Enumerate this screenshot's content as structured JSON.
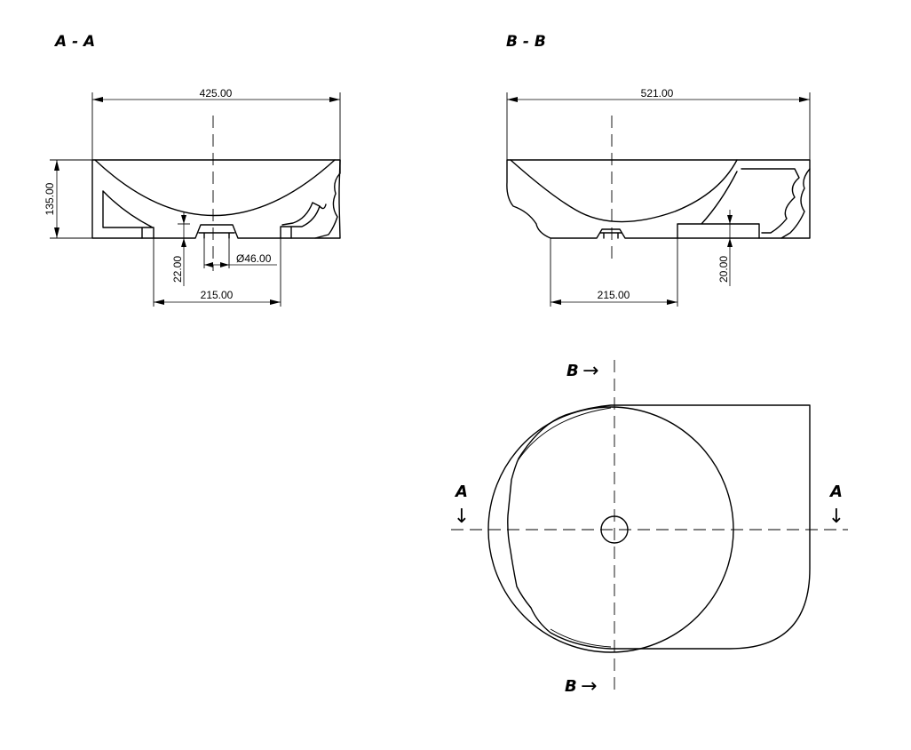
{
  "views": {
    "section_aa": {
      "title": "A - A",
      "dims": {
        "overall_width": "425.00",
        "height": "135.00",
        "bottom_thickness": "22.00",
        "drain_diameter": "Ø46.00",
        "base_width": "215.00"
      }
    },
    "section_bb": {
      "title": "B - B",
      "dims": {
        "overall_width": "521.00",
        "bottom_thickness": "20.00",
        "base_width": "215.00"
      }
    },
    "top_view": {
      "cut_a_left_letter": "A",
      "cut_a_right_letter": "A",
      "cut_b_top_letter": "B",
      "cut_b_bottom_letter": "B",
      "arrow_down_glyph": "↓",
      "arrow_right_glyph": "→"
    }
  }
}
